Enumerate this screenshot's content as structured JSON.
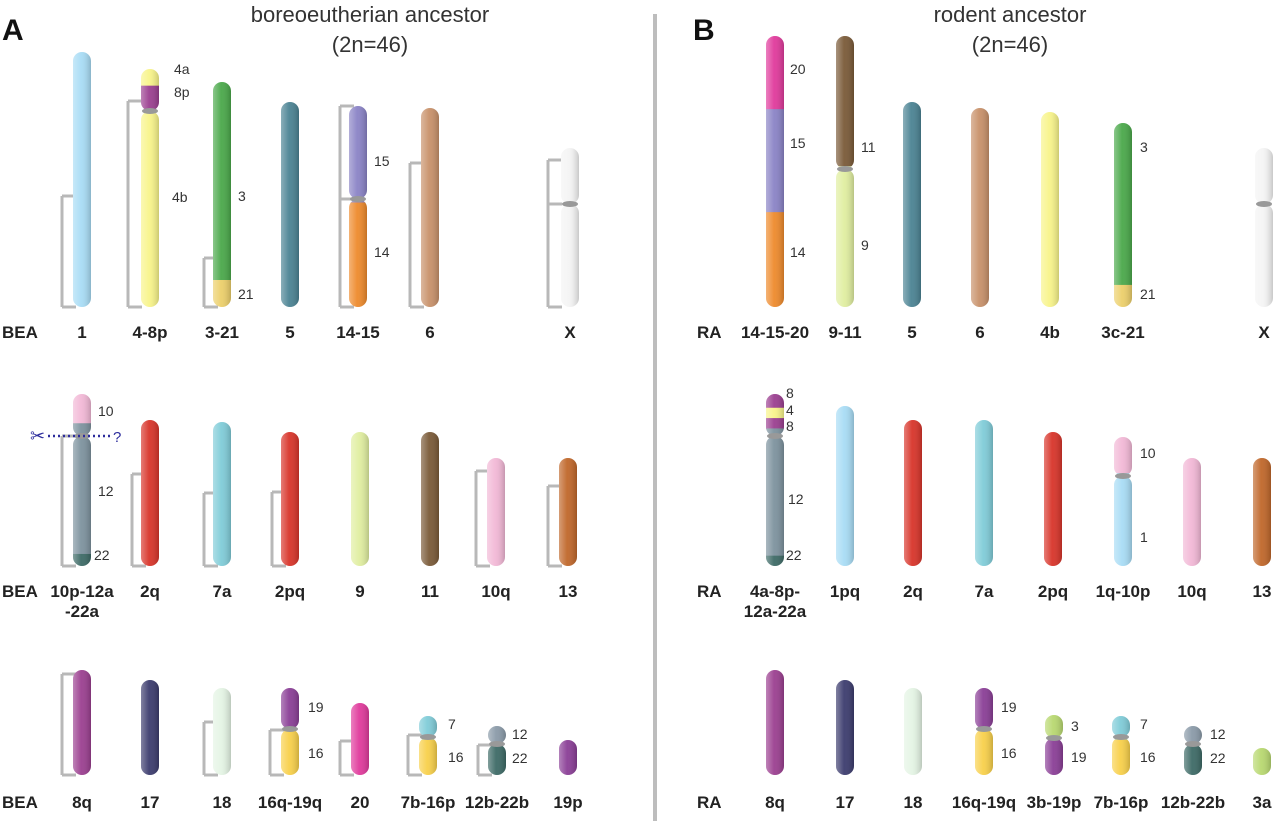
{
  "panels": [
    {
      "letter": "A",
      "title_line1": "boreoeutherian ancestor",
      "title_line2": "(2n=46)",
      "rows": [
        {
          "row_label": "BEA",
          "chromosomes": [
            {
              "name": "1",
              "segments": [
                {
                  "color": "#a8dcf5",
                  "frac": 1.0
                }
              ],
              "labels": []
            },
            {
              "name": "4-8p",
              "segments": [
                {
                  "color": "#f8f48a",
                  "frac": 0.07
                },
                {
                  "color": "#9b3f90",
                  "frac": 0.1
                },
                {
                  "color": "#f8f48a",
                  "frac": 0.83
                }
              ],
              "labels": [
                "4a",
                "8p",
                "4b"
              ]
            },
            {
              "name": "3-21",
              "segments": [
                {
                  "color": "#4aa84a",
                  "frac": 0.88
                },
                {
                  "color": "#eccf6a",
                  "frac": 0.12
                }
              ],
              "labels": [
                "3",
                "21"
              ]
            },
            {
              "name": "5",
              "segments": [
                {
                  "color": "#4b8393",
                  "frac": 1.0
                }
              ],
              "labels": []
            },
            {
              "name": "14-15",
              "segments": [
                {
                  "color": "#8a83c6",
                  "frac": 0.48
                },
                {
                  "color": "#ee8a2c",
                  "frac": 0.52
                }
              ],
              "labels": [
                "15",
                "14"
              ]
            },
            {
              "name": "6",
              "segments": [
                {
                  "color": "#c8916a",
                  "frac": 1.0
                }
              ],
              "labels": []
            },
            {
              "name": "X",
              "segments": [
                {
                  "color": "#f4f4f4",
                  "frac": 1.0
                }
              ],
              "labels": []
            }
          ]
        },
        {
          "row_label": "BEA",
          "chromosomes": [
            {
              "name": "10p-12a\n-22a",
              "segments": [
                {
                  "color": "#f2b8d6",
                  "frac": 0.17
                },
                {
                  "color": "#7d929e",
                  "frac": 0.76
                },
                {
                  "color": "#3d6a66",
                  "frac": 0.07
                }
              ],
              "labels": [
                "10",
                "12",
                "22"
              ]
            },
            {
              "name": "2q",
              "segments": [
                {
                  "color": "#d8342a",
                  "frac": 1.0
                }
              ],
              "labels": []
            },
            {
              "name": "7a",
              "segments": [
                {
                  "color": "#80ccd8",
                  "frac": 1.0
                }
              ],
              "labels": []
            },
            {
              "name": "2pq",
              "segments": [
                {
                  "color": "#d8342a",
                  "frac": 1.0
                }
              ],
              "labels": []
            },
            {
              "name": "9",
              "segments": [
                {
                  "color": "#e0eea0",
                  "frac": 1.0
                }
              ],
              "labels": []
            },
            {
              "name": "11",
              "segments": [
                {
                  "color": "#7a5a38",
                  "frac": 1.0
                }
              ],
              "labels": []
            },
            {
              "name": "10q",
              "segments": [
                {
                  "color": "#f2b8d6",
                  "frac": 1.0
                }
              ],
              "labels": []
            },
            {
              "name": "13",
              "segments": [
                {
                  "color": "#c0672a",
                  "frac": 1.0
                }
              ],
              "labels": []
            }
          ],
          "fission_mark": "?"
        },
        {
          "row_label": "BEA",
          "chromosomes": [
            {
              "name": "8q",
              "segments": [
                {
                  "color": "#9b3f90",
                  "frac": 1.0
                }
              ],
              "labels": []
            },
            {
              "name": "17",
              "segments": [
                {
                  "color": "#3c3c6e",
                  "frac": 1.0
                }
              ],
              "labels": []
            },
            {
              "name": "18",
              "segments": [
                {
                  "color": "#e4f4e4",
                  "frac": 1.0
                }
              ],
              "labels": []
            },
            {
              "name": "16q-19q",
              "segments": [
                {
                  "color": "#8a3e96",
                  "frac": 0.45
                },
                {
                  "color": "#f8d04a",
                  "frac": 0.55
                }
              ],
              "labels": [
                "19",
                "16"
              ]
            },
            {
              "name": "20",
              "segments": [
                {
                  "color": "#e03a9c",
                  "frac": 1.0
                }
              ],
              "labels": []
            },
            {
              "name": "7b-16p",
              "segments": [
                {
                  "color": "#80ccd8",
                  "frac": 0.4
                },
                {
                  "color": "#f8d04a",
                  "frac": 0.6
                }
              ],
              "labels": [
                "7",
                "16"
              ]
            },
            {
              "name": "12b-22b",
              "segments": [
                {
                  "color": "#8a9aa8",
                  "frac": 0.35
                },
                {
                  "color": "#3d6a66",
                  "frac": 0.65
                }
              ],
              "labels": [
                "12",
                "22"
              ]
            },
            {
              "name": "19p",
              "segments": [
                {
                  "color": "#8a3e96",
                  "frac": 1.0
                }
              ],
              "labels": []
            }
          ]
        }
      ]
    },
    {
      "letter": "B",
      "title_line1": "rodent ancestor",
      "title_line2": "(2n=46)",
      "rows": [
        {
          "row_label": "RA",
          "chromosomes": [
            {
              "name": "14-15-20",
              "segments": [
                {
                  "color": "#e03a9c",
                  "frac": 0.27
                },
                {
                  "color": "#8a83c6",
                  "frac": 0.38
                },
                {
                  "color": "#ee8a2c",
                  "frac": 0.35
                }
              ],
              "labels": [
                "20",
                "15",
                "14"
              ]
            },
            {
              "name": "9-11",
              "segments": [
                {
                  "color": "#7a5a38",
                  "frac": 0.48
                },
                {
                  "color": "#e0eea0",
                  "frac": 0.52
                }
              ],
              "labels": [
                "11",
                "9"
              ]
            },
            {
              "name": "5",
              "segments": [
                {
                  "color": "#4b8393",
                  "frac": 1.0
                }
              ],
              "labels": []
            },
            {
              "name": "6",
              "segments": [
                {
                  "color": "#c8916a",
                  "frac": 1.0
                }
              ],
              "labels": []
            },
            {
              "name": "4b",
              "segments": [
                {
                  "color": "#f8f48a",
                  "frac": 1.0
                }
              ],
              "labels": []
            },
            {
              "name": "3c-21",
              "segments": [
                {
                  "color": "#4aa84a",
                  "frac": 0.88
                },
                {
                  "color": "#eccf6a",
                  "frac": 0.12
                }
              ],
              "labels": [
                "3",
                "21"
              ]
            },
            {
              "name": "X",
              "segments": [
                {
                  "color": "#f4f4f4",
                  "frac": 1.0
                }
              ],
              "labels": []
            }
          ]
        },
        {
          "row_label": "RA",
          "chromosomes": [
            {
              "name": "4a-8p-\n12a-22a",
              "segments": [
                {
                  "color": "#9b3f90",
                  "frac": 0.08
                },
                {
                  "color": "#f8f48a",
                  "frac": 0.06
                },
                {
                  "color": "#9b3f90",
                  "frac": 0.06
                },
                {
                  "color": "#7d929e",
                  "frac": 0.74
                },
                {
                  "color": "#3d6a66",
                  "frac": 0.06
                }
              ],
              "labels": [
                "8",
                "4",
                "8",
                "12",
                "22"
              ]
            },
            {
              "name": "1pq",
              "segments": [
                {
                  "color": "#a8dcf5",
                  "frac": 1.0
                }
              ],
              "labels": []
            },
            {
              "name": "2q",
              "segments": [
                {
                  "color": "#d8342a",
                  "frac": 1.0
                }
              ],
              "labels": []
            },
            {
              "name": "7a",
              "segments": [
                {
                  "color": "#80ccd8",
                  "frac": 1.0
                }
              ],
              "labels": []
            },
            {
              "name": "2pq",
              "segments": [
                {
                  "color": "#d8342a",
                  "frac": 1.0
                }
              ],
              "labels": []
            },
            {
              "name": "1q-10p",
              "segments": [
                {
                  "color": "#f2b8d6",
                  "frac": 0.28
                },
                {
                  "color": "#a8dcf5",
                  "frac": 0.72
                }
              ],
              "labels": [
                "10",
                "1"
              ]
            },
            {
              "name": "10q",
              "segments": [
                {
                  "color": "#f2b8d6",
                  "frac": 1.0
                }
              ],
              "labels": []
            },
            {
              "name": "13",
              "segments": [
                {
                  "color": "#c0672a",
                  "frac": 1.0
                }
              ],
              "labels": []
            }
          ]
        },
        {
          "row_label": "RA",
          "chromosomes": [
            {
              "name": "8q",
              "segments": [
                {
                  "color": "#9b3f90",
                  "frac": 1.0
                }
              ],
              "labels": []
            },
            {
              "name": "17",
              "segments": [
                {
                  "color": "#3c3c6e",
                  "frac": 1.0
                }
              ],
              "labels": []
            },
            {
              "name": "18",
              "segments": [
                {
                  "color": "#e4f4e4",
                  "frac": 1.0
                }
              ],
              "labels": []
            },
            {
              "name": "16q-19q",
              "segments": [
                {
                  "color": "#8a3e96",
                  "frac": 0.45
                },
                {
                  "color": "#f8d04a",
                  "frac": 0.55
                }
              ],
              "labels": [
                "19",
                "16"
              ]
            },
            {
              "name": "3b-19p",
              "segments": [
                {
                  "color": "#b8d870",
                  "frac": 0.4
                },
                {
                  "color": "#8a3e96",
                  "frac": 0.6
                }
              ],
              "labels": [
                "3",
                "19"
              ]
            },
            {
              "name": "7b-16p",
              "segments": [
                {
                  "color": "#80ccd8",
                  "frac": 0.4
                },
                {
                  "color": "#f8d04a",
                  "frac": 0.6
                }
              ],
              "labels": [
                "7",
                "16"
              ]
            },
            {
              "name": "12b-22b",
              "segments": [
                {
                  "color": "#8a9aa8",
                  "frac": 0.35
                },
                {
                  "color": "#3d6a66",
                  "frac": 0.65
                }
              ],
              "labels": [
                "12",
                "22"
              ]
            },
            {
              "name": "3a",
              "segments": [
                {
                  "color": "#b8d870",
                  "frac": 1.0
                }
              ],
              "labels": []
            }
          ]
        }
      ]
    }
  ],
  "divider_color": "#bdbdbd",
  "bracket_color": "#b8b8b8",
  "fission_color": "#2d2d9c"
}
